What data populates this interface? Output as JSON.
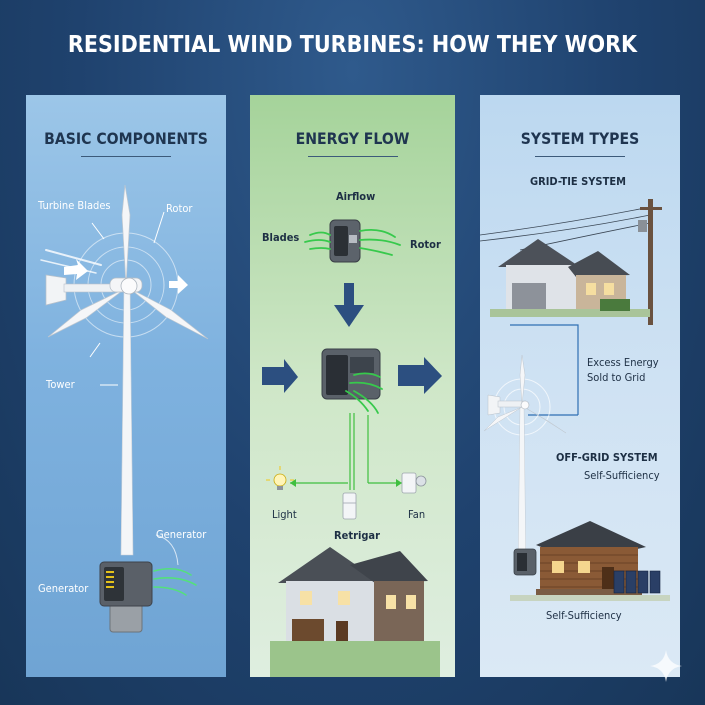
{
  "title": "RESIDENTIAL WIND TURBINES: HOW THEY WORK",
  "components": {
    "heading": "BASIC COMPONENTS",
    "labels": {
      "turbine_blades": "Turbine Blades",
      "rotor": "Rotor",
      "tower": "Tower",
      "generator_top": "Generator",
      "generator_left": "Generator"
    }
  },
  "energy_flow": {
    "heading": "ENERGY FLOW",
    "labels": {
      "airflow": "Airflow",
      "blades": "Blades",
      "rotor": "Rotor",
      "light": "Light",
      "refrigerator": "Retrigar",
      "fan": "Fan"
    }
  },
  "system_types": {
    "heading": "SYSTEM TYPES",
    "grid_tie": "GRID-TIE SYSTEM",
    "excess_line1": "Excess Energy",
    "excess_line2": "Sold to Grid",
    "off_grid": "OFF-GRID SYSTEM",
    "self_sufficiency_top": "Self-Sufficiency",
    "self_sufficiency_bottom": "Self-Sufficiency"
  },
  "colors": {
    "background": "#1f426e",
    "arrow": "#2c4f80",
    "flow_green": "#3fbf3f"
  }
}
